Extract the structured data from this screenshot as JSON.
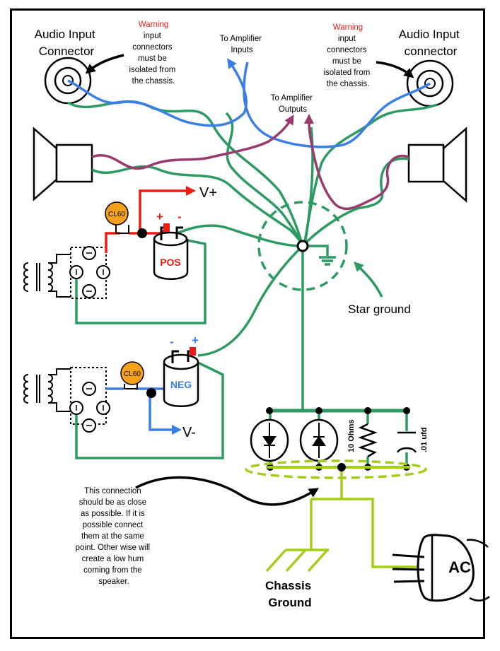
{
  "colors": {
    "green": "#2e9a63",
    "blue": "#3b7fe6",
    "purple": "#9a3b6e",
    "red": "#ee1c12",
    "lime": "#a6cc1a",
    "orange": "#f4a21e"
  },
  "labels": {
    "audio_input_left": [
      "Audio Input",
      "Connector"
    ],
    "audio_input_right": [
      "Audio Input",
      "connector"
    ],
    "warning_word": "Warning",
    "warning_body": [
      "input",
      "connectors",
      "must be",
      "isolated from",
      "the chassis."
    ],
    "to_amp_inputs": [
      "To Amplifier",
      "Inputs"
    ],
    "to_amp_outputs": [
      "To Amplifier",
      "Outputs"
    ],
    "v_plus": "V+",
    "v_minus": "V-",
    "plus_sign": "+",
    "minus_sign": "-",
    "cl60": "CL60",
    "pos": "POS",
    "neg": "NEG",
    "star_ground": "Star ground",
    "ten_ohms": "10 Ohms",
    "cap_value": ".01 ufd",
    "chassis_ground": [
      "Chassis",
      "Ground"
    ],
    "ac": "AC",
    "connection_note": [
      "This connection",
      "should be as close",
      "as possible. If it is",
      "possible connect",
      "them at the same",
      "point. Other wise will",
      "create a low hum",
      "coming from the",
      "speaker."
    ]
  }
}
